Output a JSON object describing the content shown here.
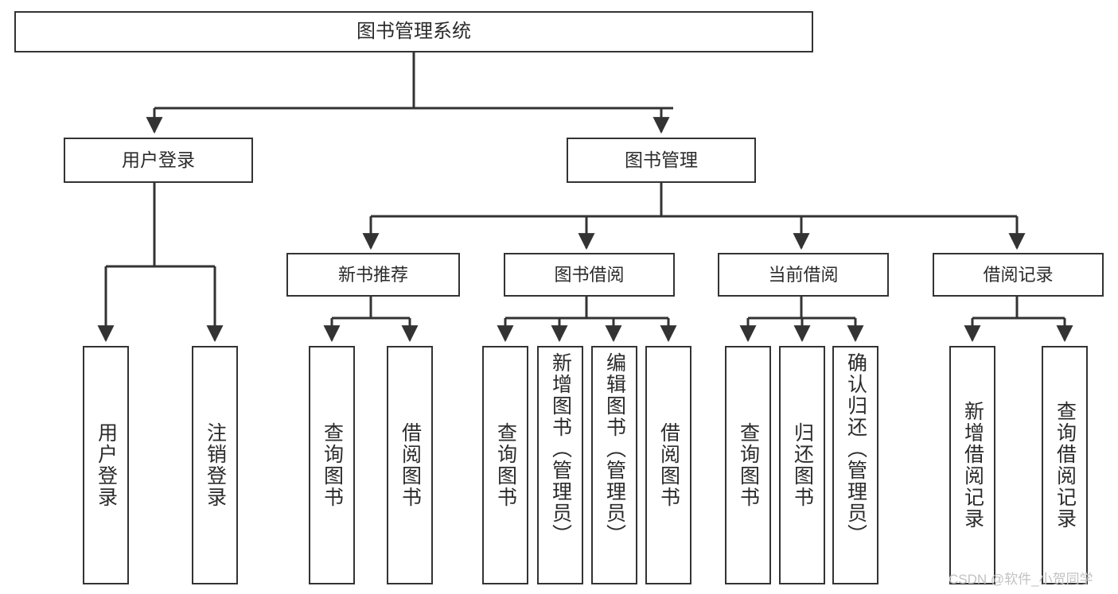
{
  "diagram": {
    "title": "图书管理系统",
    "type": "tree-hierarchy",
    "colors": {
      "box_border": "#333333",
      "box_fill": "#ffffff",
      "text": "#2b2b2b",
      "connector": "#333333",
      "watermark": "#c2c2c2",
      "background": "#ffffff"
    },
    "root": {
      "label": "图书管理系统"
    },
    "branches": [
      {
        "label": "用户登录"
      },
      {
        "label": "图书管理"
      }
    ],
    "groups": [
      {
        "label": "新书推荐"
      },
      {
        "label": "图书借阅"
      },
      {
        "label": "当前借阅"
      },
      {
        "label": "借阅记录"
      }
    ],
    "leaves": {
      "user_login": [
        {
          "label": "用户登录"
        },
        {
          "label": "注销登录"
        }
      ],
      "new_book_recommend": [
        {
          "label": "查询图书"
        },
        {
          "label": "借阅图书"
        }
      ],
      "book_borrow": [
        {
          "label": "查询图书"
        },
        {
          "label": "新增图书（管理员）"
        },
        {
          "label": "编辑图书（管理员）"
        },
        {
          "label": "借阅图书"
        }
      ],
      "current_borrow": [
        {
          "label": "查询图书"
        },
        {
          "label": "归还图书"
        },
        {
          "label": "确认归还（管理员）"
        }
      ],
      "borrow_record": [
        {
          "label": "新增借阅记录"
        },
        {
          "label": "查询借阅记录"
        }
      ]
    }
  },
  "watermark": {
    "text": "CSDN @软件_小贺同学"
  }
}
